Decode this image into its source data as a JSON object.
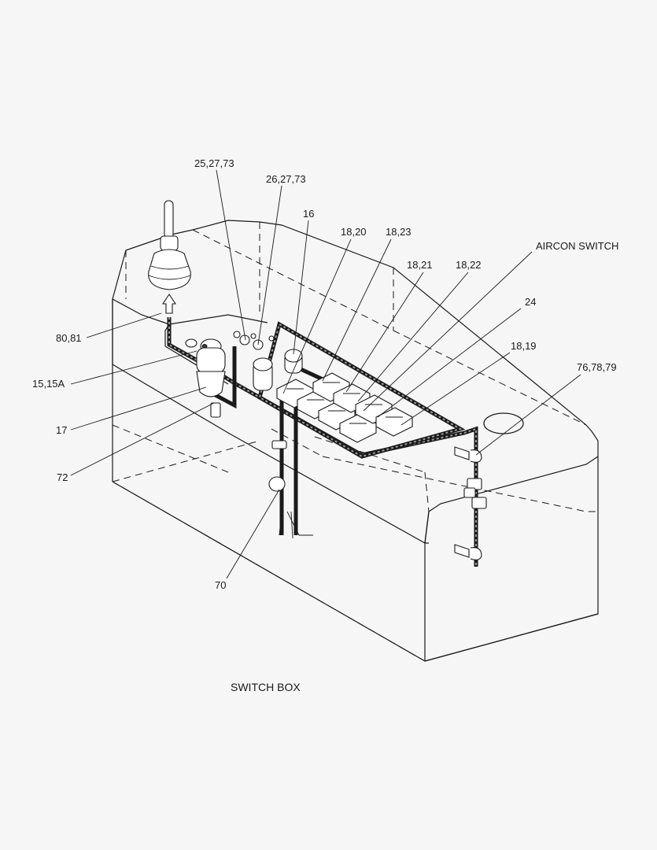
{
  "callouts": {
    "c1": "25,27,73",
    "c2": "26,27,73",
    "c3": "16",
    "c4": "18,20",
    "c5": "18,23",
    "c6": "AIRCON SWITCH",
    "c7": "18,21",
    "c8": "18,22",
    "c9": "24",
    "c10": "80,81",
    "c11": "18,19",
    "c12": "76,78,79",
    "c13": "15,15A",
    "c14": "17",
    "c15": "72",
    "c16": "70"
  },
  "caption": "SWITCH BOX"
}
